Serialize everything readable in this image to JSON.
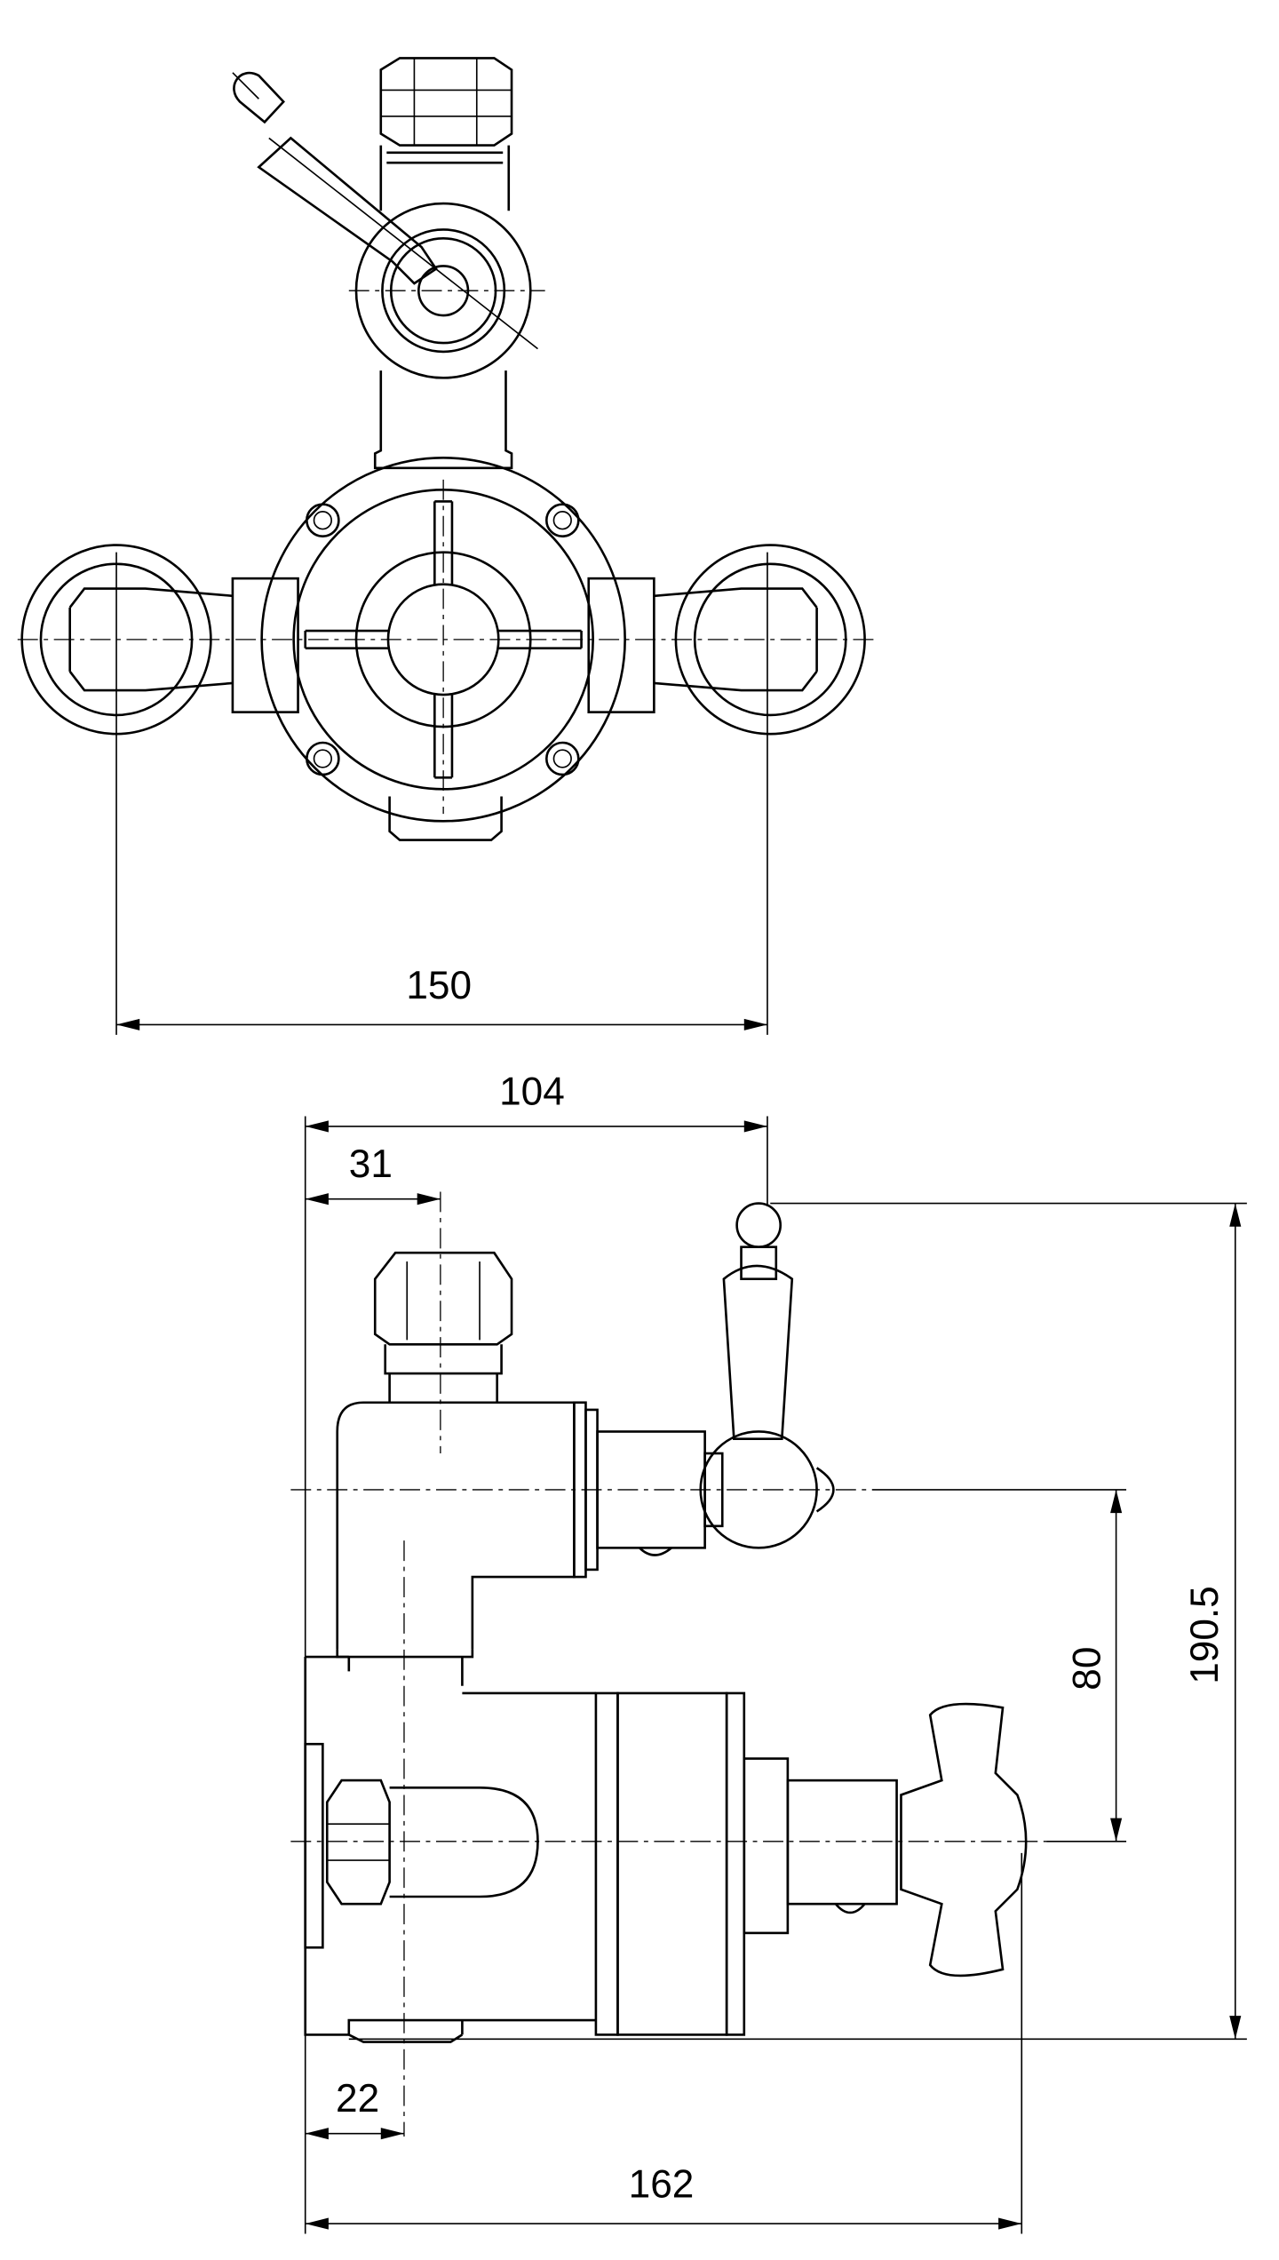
{
  "drawing": {
    "front_view": {
      "dimensions": [
        {
          "id": "inlet_centres",
          "text": "150"
        }
      ]
    },
    "side_view": {
      "dimensions": [
        {
          "id": "lever_offset",
          "text": "104"
        },
        {
          "id": "top_nut_offset",
          "text": "31"
        },
        {
          "id": "overall_height",
          "text": "190.5"
        },
        {
          "id": "handle_centres",
          "text": "80"
        },
        {
          "id": "wall_depth",
          "text": "22"
        },
        {
          "id": "overall_depth",
          "text": "162"
        }
      ]
    },
    "colors": {
      "line": "#000000",
      "background": "#ffffff"
    }
  }
}
